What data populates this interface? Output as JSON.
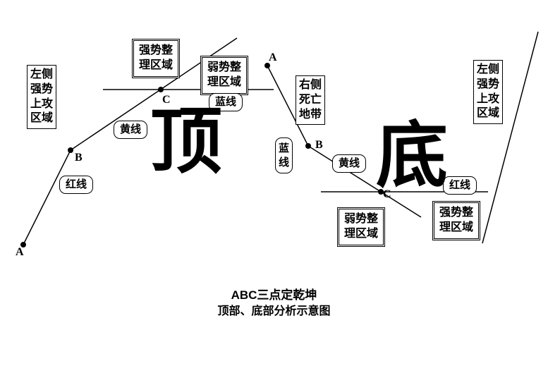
{
  "caption": {
    "title": "ABC三点定乾坤",
    "subtitle": "顶部、底部分析示意图"
  },
  "top": {
    "big_char": "顶",
    "points": {
      "a": "A",
      "b": "B",
      "c": "C"
    },
    "labels": {
      "left_attack_zone": "左侧\n强势\n上攻\n区域",
      "strong_consolidation": "强势整\n理区域",
      "weak_consolidation": "弱势整\n理区域",
      "blue_line": "蓝线",
      "yellow_line": "黄线",
      "red_line": "红线"
    }
  },
  "bottom": {
    "big_char": "底",
    "points": {
      "a": "A",
      "b": "B",
      "c": "C"
    },
    "labels": {
      "death_zone": "右侧\n死亡\n地带",
      "blue_line": "蓝\n线",
      "yellow_line": "黄线",
      "red_line": "红线",
      "weak_consolidation": "弱势整\n理区域",
      "strong_consolidation": "强势整\n理区域",
      "left_attack_zone": "左侧\n强势\n上攻\n区域"
    }
  },
  "colors": {
    "line": "#000000",
    "background": "#ffffff"
  }
}
